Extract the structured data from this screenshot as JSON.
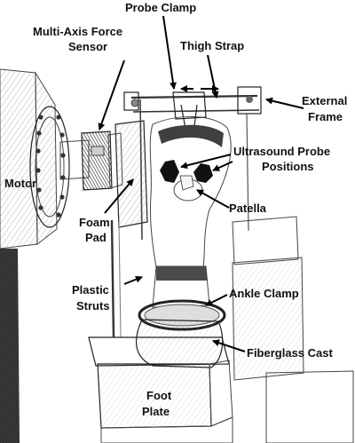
{
  "labels": {
    "probe_clamp": "Probe Clamp",
    "force_sensor_1": "Multi-Axis Force",
    "force_sensor_2": "Sensor",
    "thigh_strap": "Thigh Strap",
    "external_frame_1": "External",
    "external_frame_2": "Frame",
    "ultrasound_1": "Ultrasound Probe",
    "ultrasound_2": "Positions",
    "motor": "Motor",
    "foam_pad_1": "Foam",
    "foam_pad_2": "Pad",
    "patella": "Patella",
    "plastic_struts_1": "Plastic",
    "plastic_struts_2": "Struts",
    "ankle_clamp": "Ankle Clamp",
    "fiberglass_cast": "Fiberglass Cast",
    "foot_plate_1": "Foot",
    "foot_plate_2": "Plate"
  },
  "colors": {
    "arrow": "#000000",
    "probe_marker": "#111111",
    "sketch_fill": "#e6e6e6",
    "dark_fill": "#4a4a4a"
  }
}
